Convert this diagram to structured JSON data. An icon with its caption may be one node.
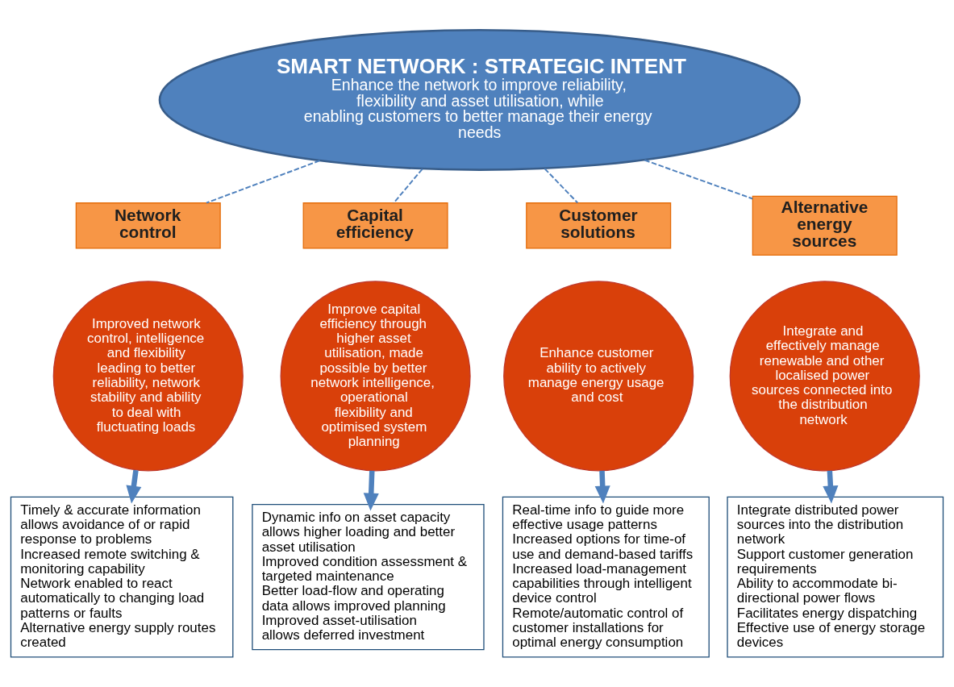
{
  "diagram": {
    "nodes": [
      {
        "text": [
          "SMART NETWORK : STRATEGIC INTENT",
          "Enhance the network to improve reliability, flexibility and asset utilisation, while enabling customers to better manage their energy needs"
        ]
      },
      {
        "text": [
          "Network control"
        ]
      },
      {
        "text": [
          "Capital efficiency"
        ]
      },
      {
        "text": [
          "Customer solutions"
        ]
      },
      {
        "text": [
          "Alternative energy sources"
        ]
      },
      {
        "text": [
          "Improved network control, intelligence and flexibility leading to better reliability, network stability and ability to deal with fluctuating loads"
        ]
      },
      {
        "text": [
          "Improve capital efficiency through higher asset utilisation, made possible by better network intelligence, operational flexibility and optimised system planning"
        ]
      },
      {
        "text": [
          "Enhance customer ability to actively manage energy usage and cost"
        ]
      },
      {
        "text": [
          "Integrate and effectively manage renewable and other localised power sources connected into the distribution network"
        ]
      },
      {
        "text": [
          "Timely & accurate information allows avoidance of or rapid response to problems",
          "Increased remote switching & monitoring capability",
          "Network enabled to react automatically to changing load patterns or faults",
          "Alternative energy supply routes created"
        ]
      },
      {
        "text": [
          "Dynamic info on asset capacity allows higher loading and better asset utilisation",
          "Improved condition assessment & targeted maintenance",
          "Better load-flow and operating data allows improved planning",
          "Improved asset-utilisation allows deferred investment"
        ]
      },
      {
        "text": [
          "Real-time info to guide more effective usage patterns",
          "Increased options for time-of use and demand-based tariffs",
          "Increased load-management capabilities through intelligent device control",
          "Remote/automatic control of customer installations for optimal energy consumption"
        ]
      },
      {
        "text": [
          "Integrate distributed power sources into the distribution network",
          "Support customer generation requirements",
          "Ability to accommodate bi-directional power flows",
          "Facilitates energy dispatching",
          "Effective use of energy storage devices"
        ]
      }
    ],
    "edges": [
      {
        "from": 0,
        "to": 1,
        "arrow": "none",
        "style": "dashed"
      },
      {
        "from": 0,
        "to": 2,
        "arrow": "none",
        "style": "dashed"
      },
      {
        "from": 0,
        "to": 3,
        "arrow": "none",
        "style": "dashed"
      },
      {
        "from": 0,
        "to": 4,
        "arrow": "none",
        "style": "dashed"
      },
      {
        "from": 5,
        "to": 9,
        "arrow": "to",
        "style": "thick"
      },
      {
        "from": 6,
        "to": 10,
        "arrow": "to",
        "style": "thick"
      },
      {
        "from": 7,
        "to": 11,
        "arrow": "to",
        "style": "thick"
      },
      {
        "from": 8,
        "to": 12,
        "arrow": "to",
        "style": "thick"
      }
    ]
  }
}
